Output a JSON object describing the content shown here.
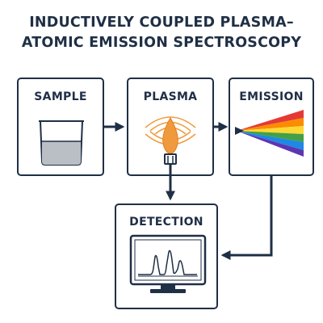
{
  "title": {
    "line1": "INDUCTIVELY COUPLED PLASMA–",
    "line2": "ATOMIC EMISSION SPECTROSCOPY"
  },
  "nodes": {
    "sample": {
      "label": "SAMPLE",
      "icon": "beaker-icon"
    },
    "plasma": {
      "label": "PLASMA",
      "icon": "plasma-torch-icon"
    },
    "emission": {
      "label": "EMISSION",
      "icon": "spectrum-prism-icon"
    },
    "detection": {
      "label": "DETECTION",
      "icon": "monitor-spectrum-icon"
    }
  },
  "colors": {
    "ink": "#1f2f45",
    "flame": "#f09a3e",
    "beaker_liquid": "#b9bfc4",
    "spectrum": [
      "#e53935",
      "#fb8c00",
      "#fdd835",
      "#43a047",
      "#1e88e5",
      "#5e35b1"
    ]
  }
}
